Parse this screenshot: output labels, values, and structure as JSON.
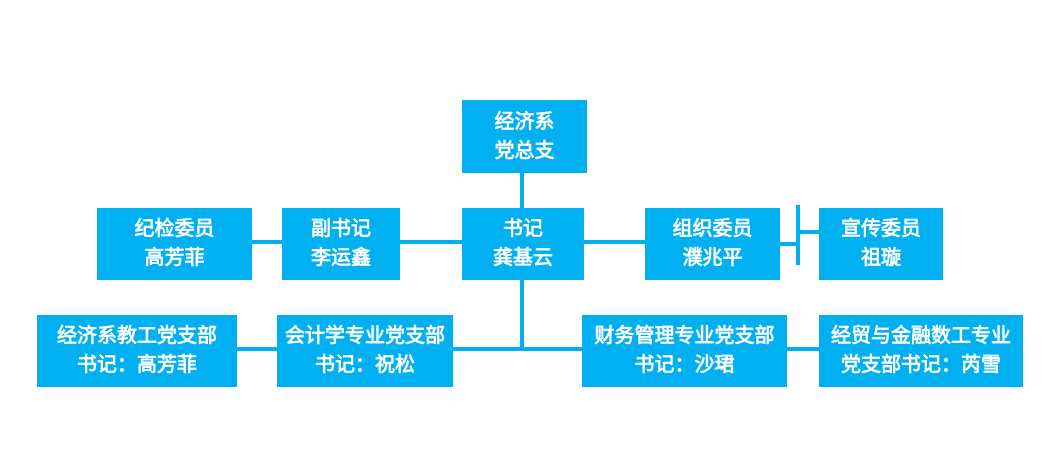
{
  "colors": {
    "node_fill": "#00b0f0",
    "connector": "#00b0f0",
    "node_text": "#ffffff",
    "background": "#ffffff"
  },
  "org_chart": {
    "root": {
      "lines": [
        "经济系",
        "党总支"
      ]
    },
    "level2": [
      {
        "role": "纪检委员",
        "name": "高芳菲",
        "lines": [
          "纪检委员",
          "高芳菲"
        ]
      },
      {
        "role": "副书记",
        "name": "李运鑫",
        "lines": [
          "副书记",
          "李运鑫"
        ]
      },
      {
        "role": "书记",
        "name": "龚基云",
        "lines": [
          "书记",
          "龚基云"
        ]
      },
      {
        "role": "组织委员",
        "name": "濮兆平",
        "lines": [
          "组织委员",
          "濮兆平"
        ]
      },
      {
        "role": "宣传委员",
        "name": "祖璇",
        "lines": [
          "宣传委员",
          "祖璇"
        ]
      }
    ],
    "level3": [
      {
        "lines": [
          "经济系教工党支部",
          "书记：高芳菲"
        ]
      },
      {
        "lines": [
          "会计学专业党支部",
          "书记：祝松"
        ]
      },
      {
        "lines": [
          "财务管理专业党支部",
          "书记：沙珺"
        ]
      },
      {
        "lines": [
          "经贸与金融数工专业",
          "党支部书记：芮雪"
        ]
      }
    ]
  }
}
